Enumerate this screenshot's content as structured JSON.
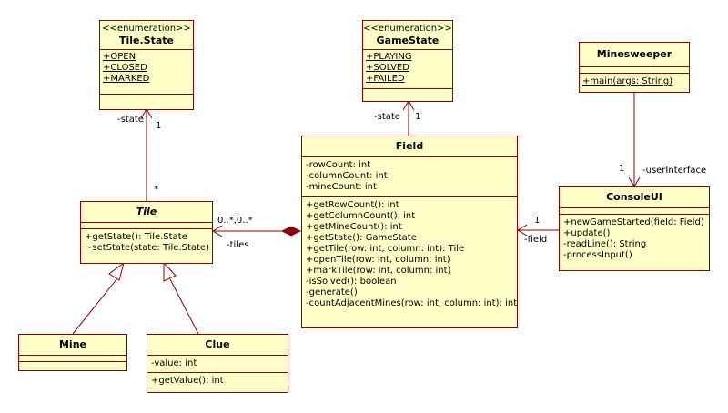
{
  "classes": {
    "tile_state": {
      "stereotype": "<<enumeration>>",
      "name": "Tile.State",
      "literals": [
        "+OPEN",
        "+CLOSED",
        "+MARKED"
      ]
    },
    "game_state": {
      "stereotype": "<<enumeration>>",
      "name": "GameState",
      "literals": [
        "+PLAYING",
        "+SOLVED",
        "+FAILED"
      ]
    },
    "minesweeper": {
      "name": "Minesweeper",
      "operations": [
        "+main(args: String)"
      ]
    },
    "field": {
      "name": "Field",
      "attributes": [
        "-rowCount: int",
        "-columnCount: int",
        "-mineCount: int"
      ],
      "operations": [
        "+getRowCount(): int",
        "+getColumnCount(): int",
        "+getMineCount(): int",
        "+getState(): GameState",
        "+getTile(row: int, column: int): Tile",
        "+openTile(row: int, column: int)",
        "+markTile(row: int, column: int)",
        "-isSolved(): boolean",
        "-generate()",
        "-countAdjacentMines(row: int, column: int): int"
      ]
    },
    "console_ui": {
      "name": "ConsoleUI",
      "operations": [
        "+newGameStarted(field: Field)",
        "+update()",
        "-readLine(): String",
        "-processInput()"
      ]
    },
    "tile": {
      "name": "Tile",
      "operations": [
        "+getState(): Tile.State",
        "~setState(state: Tile.State)"
      ]
    },
    "mine": {
      "name": "Mine"
    },
    "clue": {
      "name": "Clue",
      "attributes": [
        "-value: int"
      ],
      "operations": [
        "+getValue(): int"
      ]
    }
  },
  "associations": {
    "tile_state": {
      "role": "-state",
      "mult_target": "1",
      "mult_source": "*"
    },
    "game_state": {
      "role": "-state",
      "mult_target": "1"
    },
    "user_interface": {
      "role": "-userInterface",
      "mult_target": "1"
    },
    "field_ref": {
      "role": "-field",
      "mult_target": "1"
    },
    "tiles": {
      "role": "-tiles",
      "mult_target": "0..*,0..*"
    }
  },
  "colors": {
    "fill": "#ffffc8",
    "stroke": "#8b0000"
  }
}
